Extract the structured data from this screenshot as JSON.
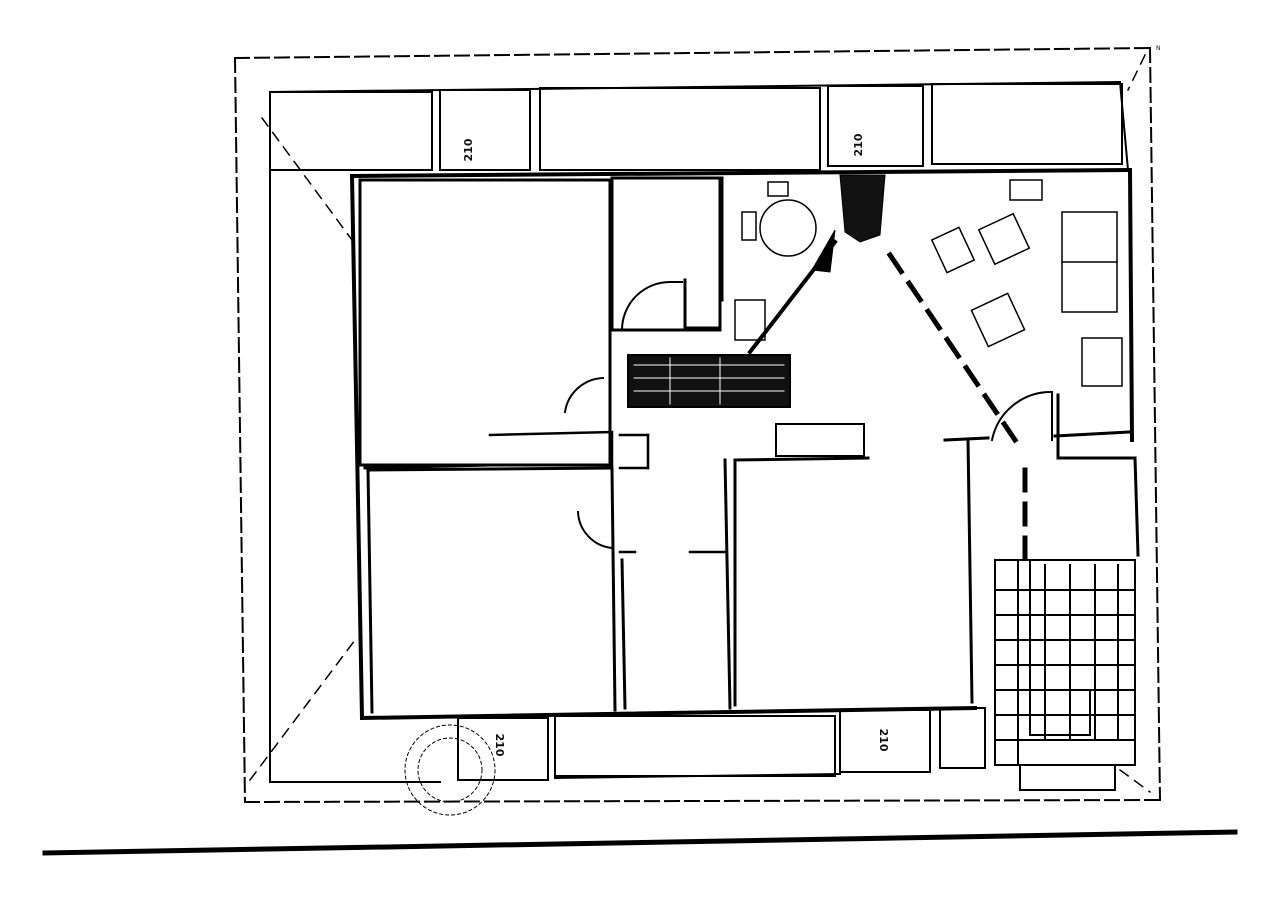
{
  "title": "",
  "rooms": [
    {
      "id": "bedroom-1",
      "label": ""
    },
    {
      "id": "bathroom",
      "label": ""
    },
    {
      "id": "living-room",
      "label": ""
    },
    {
      "id": "bedroom-2",
      "label": ""
    },
    {
      "id": "hall",
      "label": ""
    },
    {
      "id": "kitchen",
      "label": ""
    },
    {
      "id": "stairs",
      "label": ""
    }
  ],
  "annotation": {
    "lines": []
  },
  "window_codes": [
    "210",
    "210",
    "210",
    "210"
  ],
  "north_mark": "N",
  "colors": {
    "ink": "#000000",
    "paper": "#ffffff"
  }
}
